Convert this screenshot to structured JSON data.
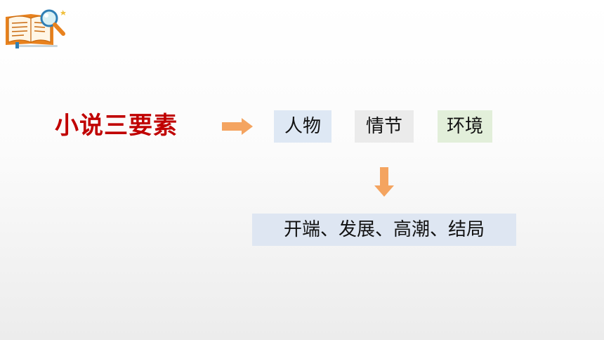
{
  "title": "小说三要素",
  "elements": [
    {
      "label": "人物",
      "color": "#dee8f4"
    },
    {
      "label": "情节",
      "color": "#ebebeb"
    },
    {
      "label": "环境",
      "color": "#e2efda"
    }
  ],
  "plot_stages": "开端、发展、高潮、结局",
  "colors": {
    "title": "#c00000",
    "arrow": "#f4a460",
    "stages_box": "#dee6f2"
  },
  "icons": {
    "logo": "open-book-magnifier-icon",
    "right_arrow": "arrow-right-icon",
    "down_arrow": "arrow-down-icon"
  }
}
